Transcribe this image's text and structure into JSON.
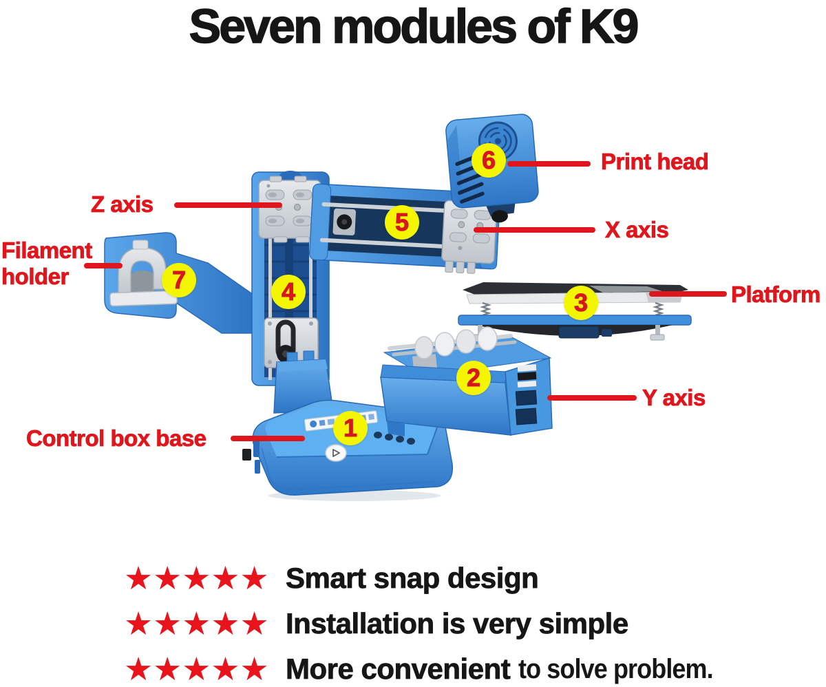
{
  "title": "Seven modules of K9",
  "colors": {
    "accent_red": "#e0161d",
    "badge_yellow": "#f3f600",
    "badge_number_red": "#d6171e",
    "machine_blue": "#3f8fdc",
    "star_red": "#e8131b",
    "text_black": "#161616"
  },
  "diagram": {
    "badges": [
      {
        "number": "1",
        "module": "Control box base"
      },
      {
        "number": "2",
        "module": "Y axis"
      },
      {
        "number": "3",
        "module": "Platform"
      },
      {
        "number": "4",
        "module": "Z axis"
      },
      {
        "number": "5",
        "module": "X axis"
      },
      {
        "number": "6",
        "module": "Print head"
      },
      {
        "number": "7",
        "module": "Filament holder"
      }
    ],
    "labels": {
      "z_axis": "Z axis",
      "filament_holder": "Filament holder",
      "print_head": "Print head",
      "x_axis": "X axis",
      "platform": "Platform",
      "y_axis": "Y axis",
      "control_box_base": "Control box base"
    }
  },
  "features": [
    {
      "stars": "★★★★★",
      "text": "Smart snap design",
      "text2": ""
    },
    {
      "stars": "★★★★★",
      "text": "Installation is very simple",
      "text2": ""
    },
    {
      "stars": "★★★★★",
      "text": "More convenient",
      "text2": "to solve problem."
    }
  ]
}
